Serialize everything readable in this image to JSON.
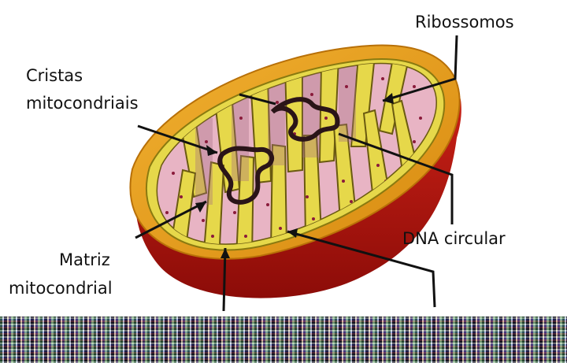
{
  "labels": {
    "ribossomos": "Ribossomos",
    "cristas_line1": "Cristas",
    "cristas_line2": "mitocondriais",
    "dna": "DNA circular",
    "matriz_line1": "Matriz",
    "matriz_line2": "mitocondrial"
  },
  "colors": {
    "outer_membrane": "#e8a21a",
    "outer_body": "#b81a10",
    "inner_membrane": "#e6d84a",
    "matrix": "#e8b4c4",
    "dna": "#2a1418"
  }
}
